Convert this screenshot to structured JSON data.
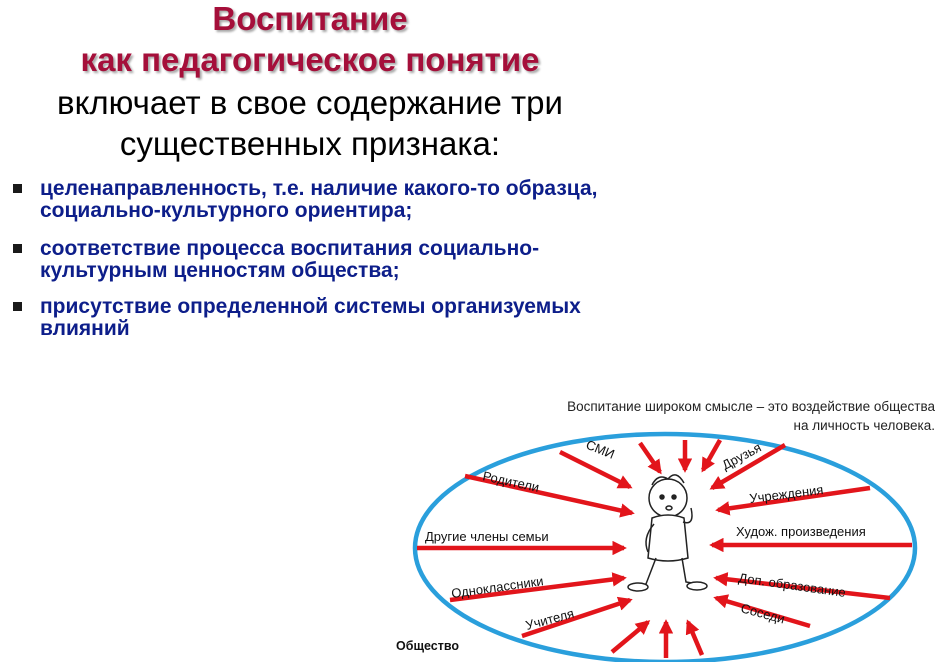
{
  "title": {
    "line1": "Воспитание",
    "line2": "как педагогическое понятие",
    "line3": "включает в свое содержание три",
    "line4": "существенных признака:"
  },
  "bullets": [
    "целенаправленность, т.е. наличие какого-то образца, социально-культурного ориентира;",
    "соответствие процесса воспитания социально-культурным ценностям общества;",
    "присутствие определенной системы организуемых влияний"
  ],
  "diagram": {
    "caption_line1": "Воспитание широком смысле – это воздействие общества",
    "caption_line2": "на личность человека.",
    "society_label": "Общество",
    "left_labels": [
      "Родители",
      "Другие члены семьи",
      "Одноклассники",
      "Учителя"
    ],
    "top_labels": [
      "СМИ"
    ],
    "right_labels": [
      "Друзья",
      "Учреждения",
      "Худож. произведения",
      "Доп. образование",
      "Соседи"
    ],
    "ellipse_color": "#2a9fdc",
    "arrow_color": "#e2151b",
    "icons": [
      "child-figure-icon"
    ]
  }
}
